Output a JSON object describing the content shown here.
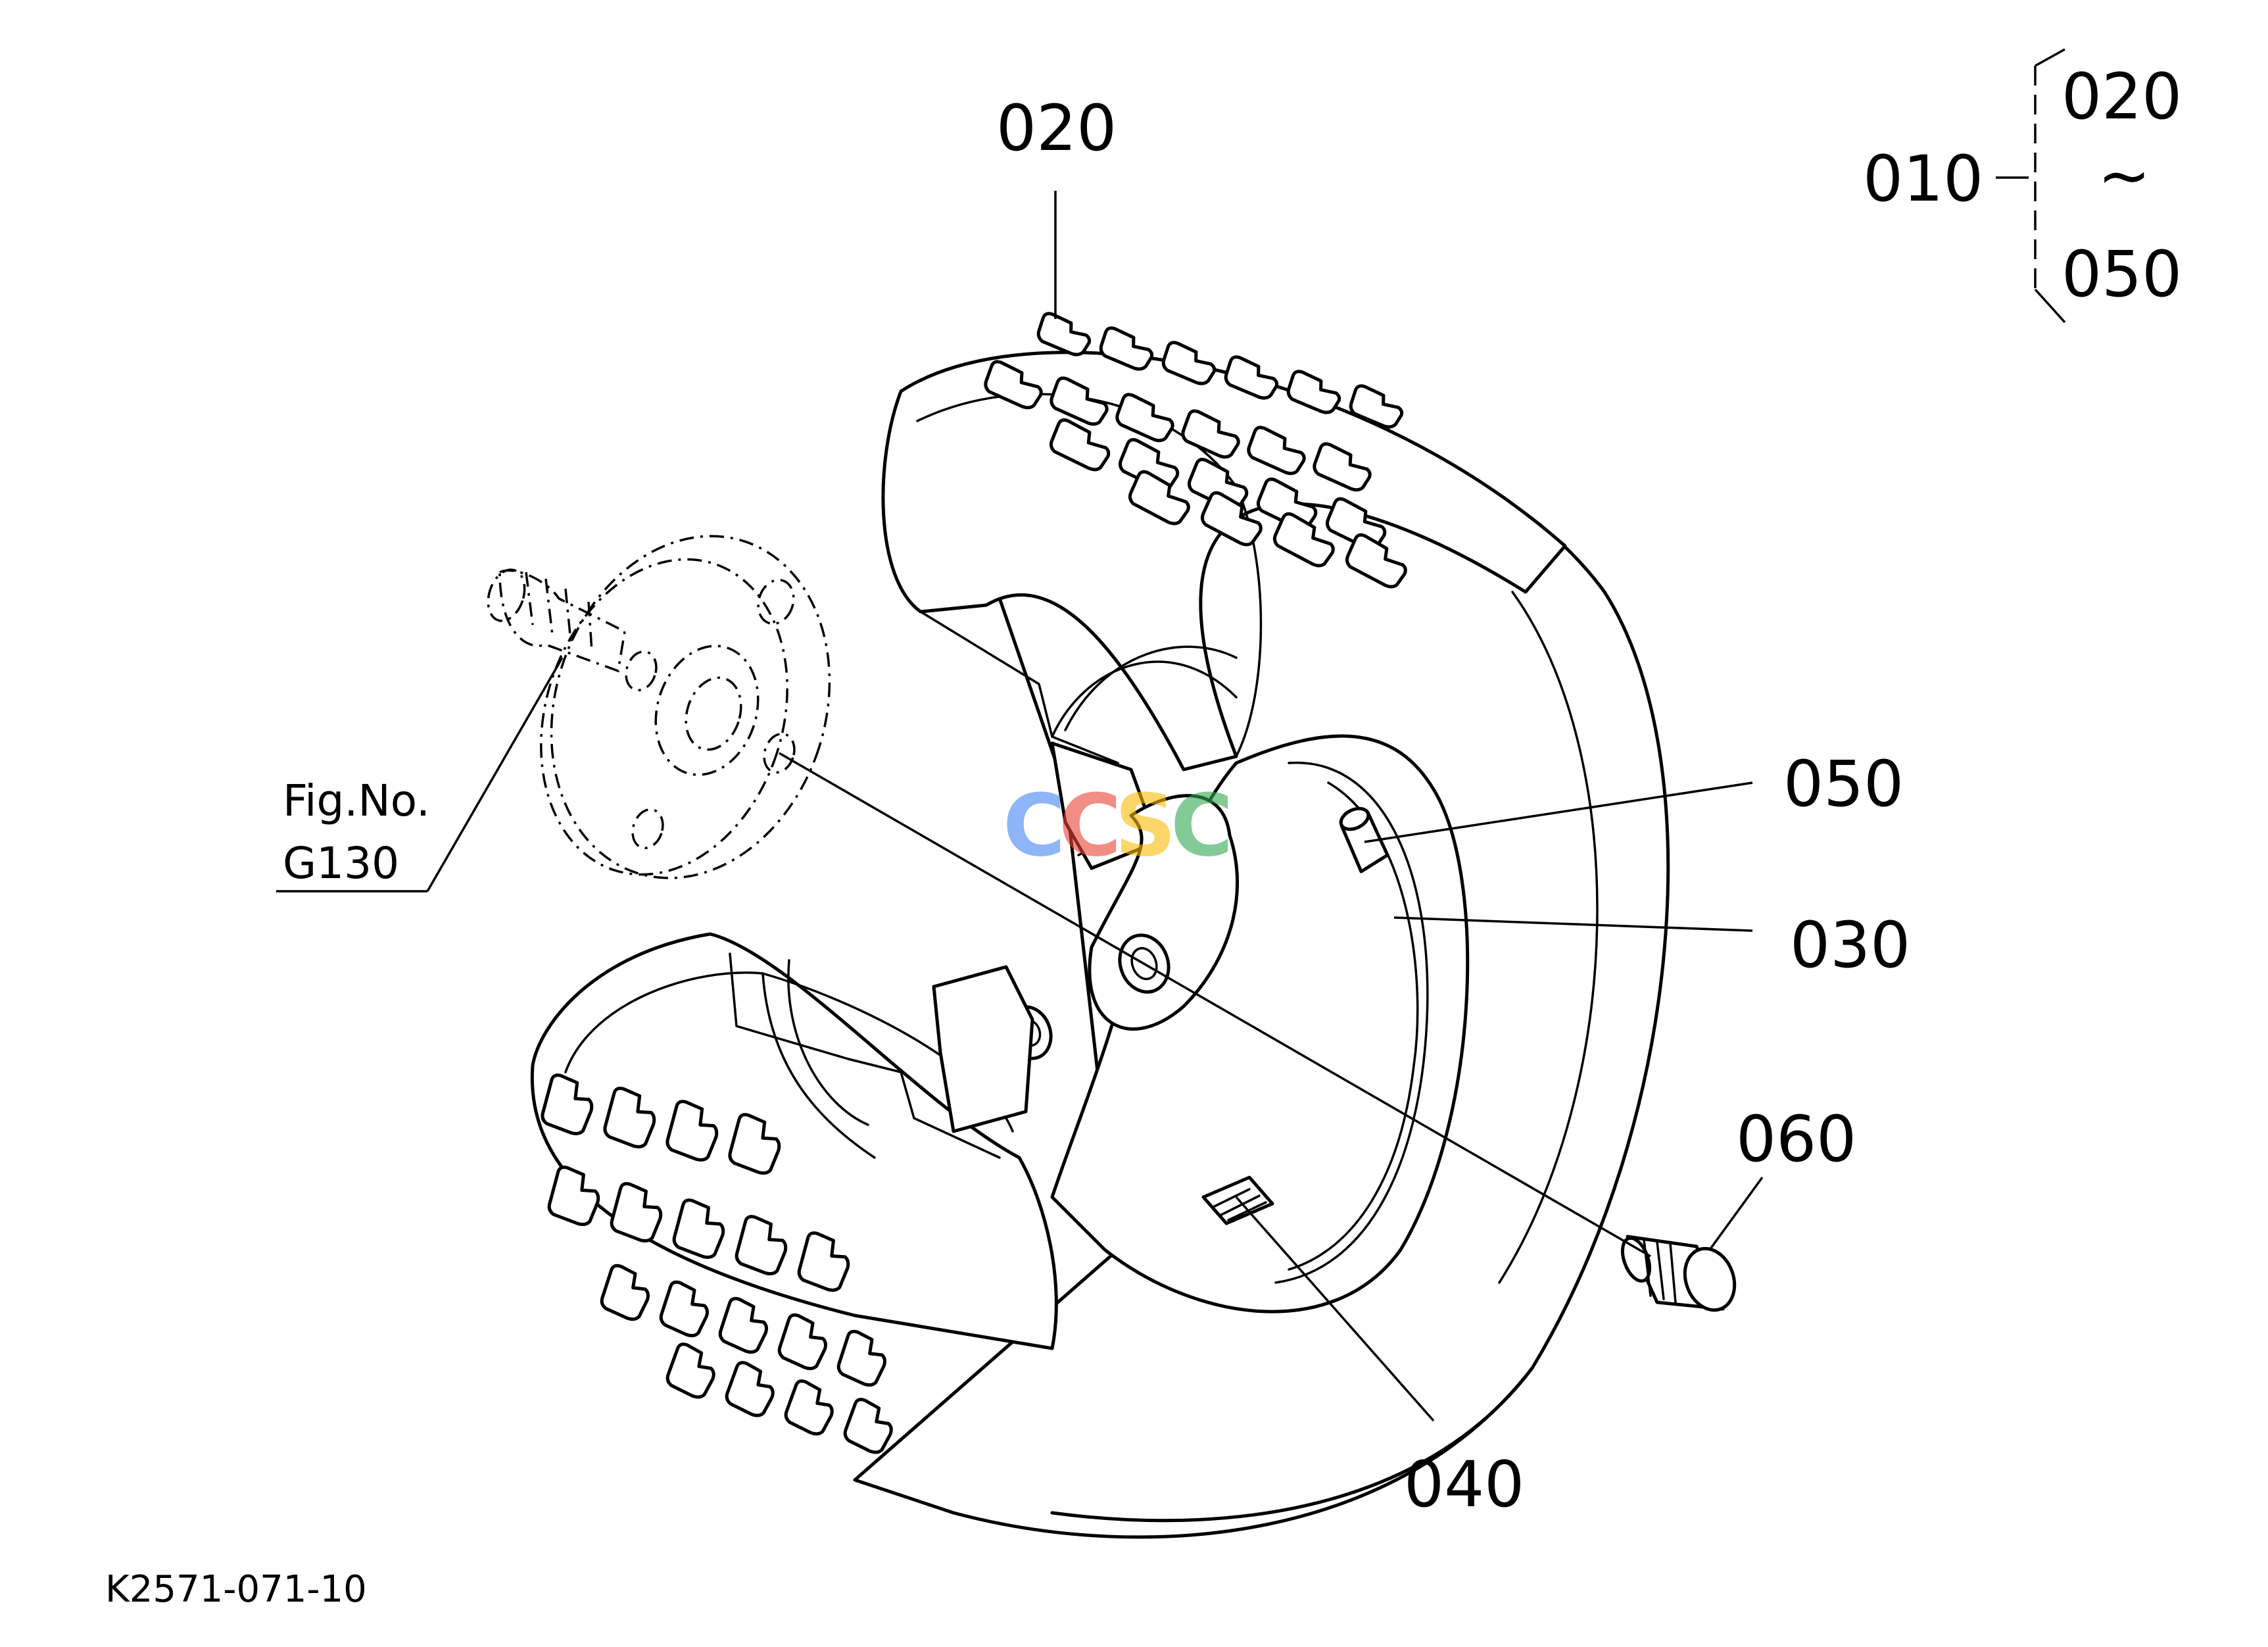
{
  "labels": {
    "p020": "020",
    "p030": "030",
    "p040": "040",
    "p050": "050",
    "p060": "060"
  },
  "assembly": {
    "parent": "010",
    "from": "020",
    "range_symbol": "~",
    "to": "050"
  },
  "reference": {
    "line1": "Fig.No.",
    "line2": "G130"
  },
  "drawing_code": "K2571-071-10",
  "watermark": {
    "letters": [
      "C",
      "C",
      "S",
      "C"
    ],
    "colors": [
      "#4285F4",
      "#EA4335",
      "#FBBC05",
      "#34A853"
    ]
  }
}
